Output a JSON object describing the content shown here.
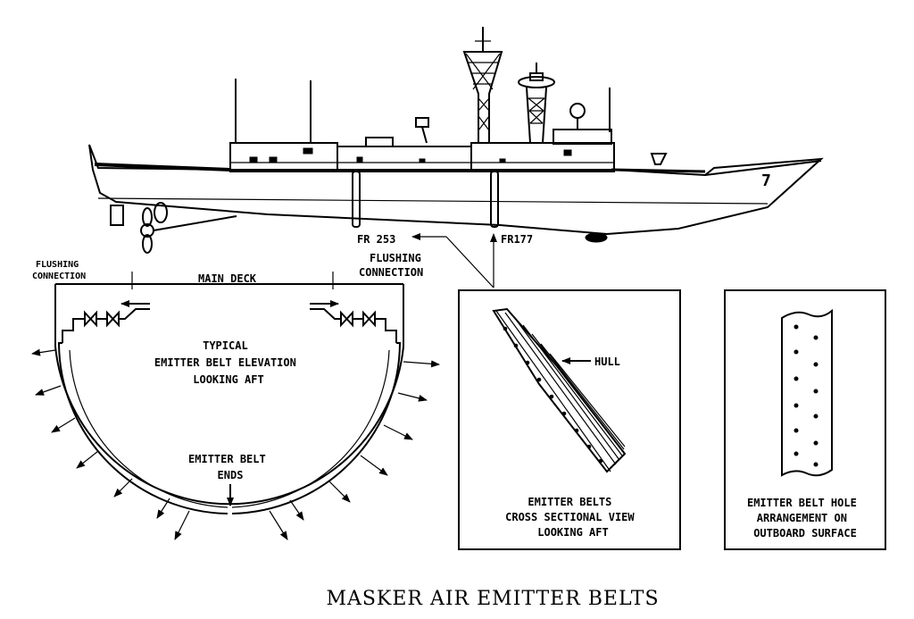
{
  "diagram": {
    "title": "MASKER AIR EMITTER BELTS",
    "ship": {
      "hull_number": "7",
      "frame_aft": "FR 253",
      "frame_fwd": "FR177"
    },
    "elevation_panel": {
      "flushing_left": [
        "FLUSHING",
        "CONNECTION"
      ],
      "flushing_right": [
        "FLUSHING",
        "CONNECTION"
      ],
      "main_deck": "MAIN DECK",
      "caption": [
        "TYPICAL",
        "EMITTER BELT ELEVATION",
        "LOOKING AFT"
      ],
      "belt_ends": [
        "EMITTER BELT",
        "ENDS"
      ]
    },
    "cross_section_panel": {
      "hull_label": "HULL",
      "caption": [
        "EMITTER BELTS",
        "CROSS SECTIONAL VIEW",
        "LOOKING AFT"
      ]
    },
    "hole_panel": {
      "caption": [
        "EMITTER BELT HOLE",
        "ARRANGEMENT ON",
        "OUTBOARD SURFACE"
      ]
    }
  }
}
